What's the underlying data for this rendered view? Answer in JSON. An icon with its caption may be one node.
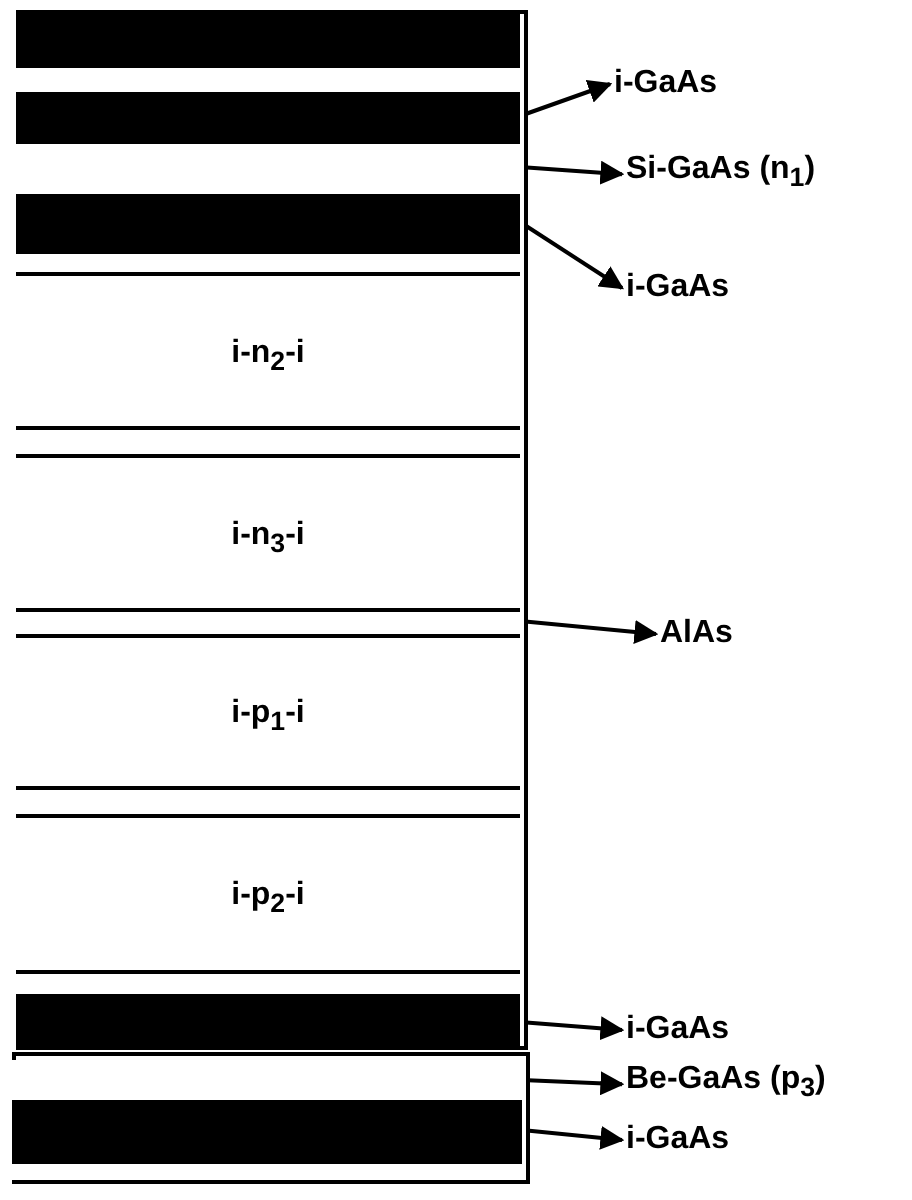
{
  "diagram": {
    "nodes": [
      {
        "text": [],
        "shape": "box"
      },
      {
        "text": [],
        "shape": "bar",
        "in": 0
      },
      {
        "text": [],
        "shape": "bar",
        "in": 0
      },
      {
        "text": [],
        "shape": "bar",
        "in": 0
      },
      {
        "text": [],
        "shape": "bar",
        "in": 0
      },
      {
        "text": [],
        "shape": "bar",
        "in": 0
      },
      {
        "text": [],
        "shape": "bar",
        "in": 0
      },
      {
        "text": [
          "i-n$_{2}$-i"
        ],
        "in": 0
      },
      {
        "text": [],
        "shape": "bar",
        "in": 0
      },
      {
        "text": [
          "i-n$_{3}$-i"
        ],
        "in": 0
      },
      {
        "text": [],
        "shape": "bar",
        "in": 0
      },
      {
        "text": [
          "i-p$_{1}$-i"
        ],
        "in": 0
      },
      {
        "text": [],
        "shape": "bar",
        "in": 0
      },
      {
        "text": [
          "i-p$_{2}$-i"
        ],
        "in": 0
      },
      {
        "text": [],
        "shape": "bar",
        "in": 0
      },
      {
        "text": [],
        "shape": "bar",
        "in": 0
      },
      {
        "text": [],
        "shape": "box"
      },
      {
        "text": [],
        "shape": "bar",
        "in": 16
      },
      {
        "text": [],
        "shape": "bar",
        "in": 16
      },
      {
        "text": [],
        "shape": "bar",
        "in": 16
      },
      {
        "text": [
          "i-GaAs"
        ]
      },
      {
        "text": [
          "Si-GaAs (n$_{1}$)"
        ]
      },
      {
        "text": [
          "i-GaAs"
        ]
      },
      {
        "text": [
          "AlAs"
        ]
      },
      {
        "text": [
          "i-GaAs"
        ]
      },
      {
        "text": [
          "Be-GaAs (p$_{3}$)"
        ]
      },
      {
        "text": [
          "i-GaAs"
        ]
      }
    ],
    "edges": [
      {
        "from": 3,
        "to": 20,
        "arrow": "to"
      },
      {
        "from": 4,
        "to": 21,
        "arrow": "to"
      },
      {
        "from": 5,
        "to": 22,
        "arrow": "to"
      },
      {
        "from": 10,
        "to": 23,
        "arrow": "to"
      },
      {
        "from": 15,
        "to": 24,
        "arrow": "to"
      },
      {
        "from": 17,
        "to": 25,
        "arrow": "to"
      },
      {
        "from": 18,
        "to": 26,
        "arrow": "to"
      }
    ]
  }
}
